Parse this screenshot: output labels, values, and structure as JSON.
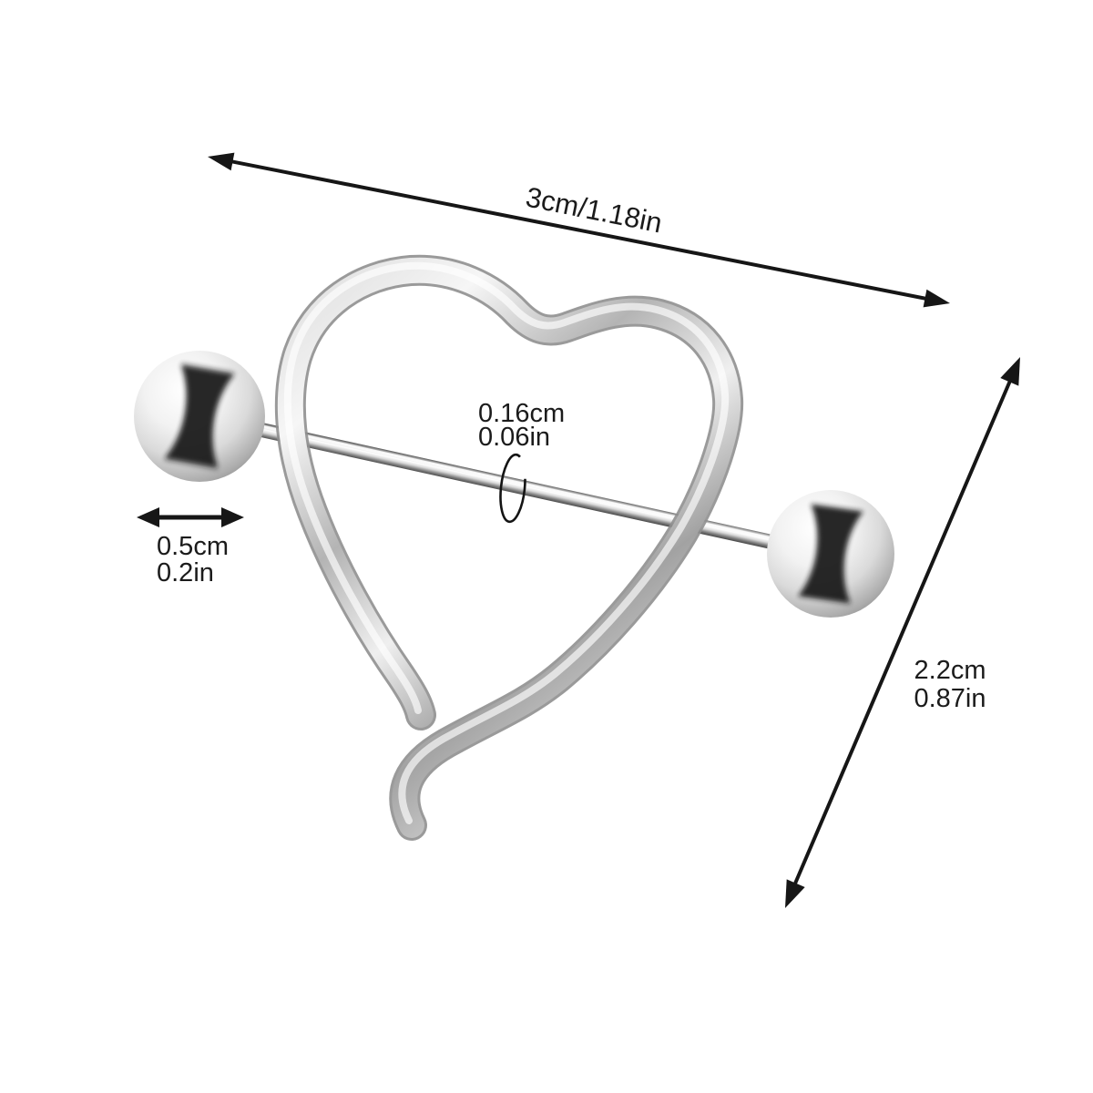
{
  "diagram": {
    "background": "#ffffff",
    "annotation_color": "#1b1b1b",
    "metal_colors": {
      "light": "#f6f6f6",
      "mid": "#c9c9c9",
      "dark": "#6e6e6e"
    },
    "dimensions": {
      "overall_width": {
        "label": "3cm/1.18in"
      },
      "bar_gauge": {
        "label_cm": "0.16cm",
        "label_in": "0.06in"
      },
      "ball_diameter": {
        "label_cm": "0.5cm",
        "label_in": "0.2in"
      },
      "height": {
        "label_cm": "2.2cm",
        "label_in": "0.87in"
      }
    }
  }
}
